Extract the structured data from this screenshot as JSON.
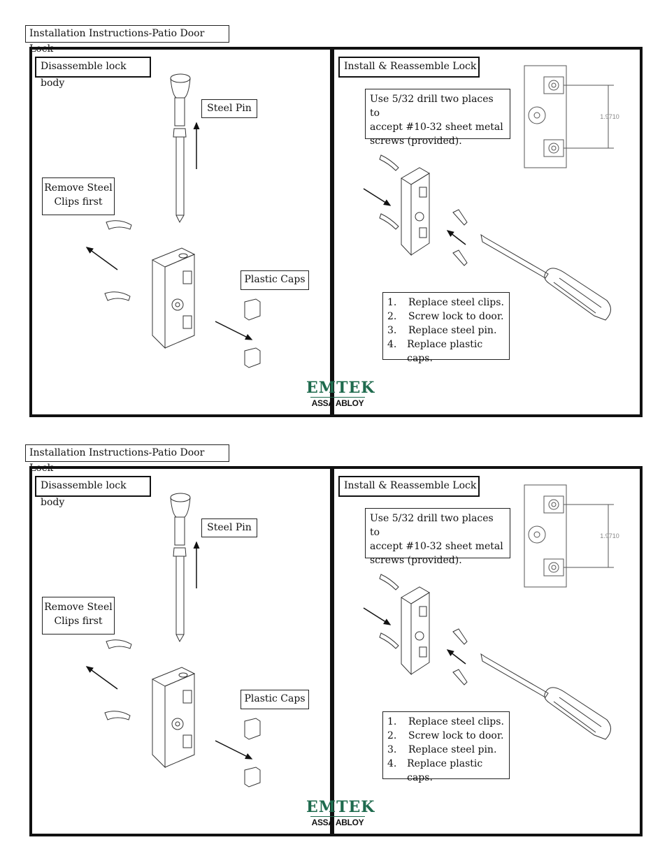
{
  "sheets": [
    {
      "title": "Installation Instructions-Patio Door Lock",
      "left_panel": {
        "heading": "Disassemble lock body",
        "steel_pin_label": "Steel Pin",
        "remove_clips_line1": "Remove Steel",
        "remove_clips_line2": "Clips first",
        "plastic_caps_label": "Plastic Caps"
      },
      "right_panel": {
        "heading": "Install & Reassemble Lock",
        "drill_note": [
          "Use 5/32 drill two places to",
          "accept #10-32  sheet metal",
          "screws (provided)."
        ],
        "dimension": "1.9710",
        "steps": [
          {
            "num": "1.",
            "text": "Replace steel clips."
          },
          {
            "num": "2.",
            "text": "Screw lock to door."
          },
          {
            "num": "3.",
            "text": "Replace steel pin."
          },
          {
            "num": "4.",
            "text": "Replace plastic caps."
          }
        ]
      },
      "logo": {
        "brand": "EMTEK",
        "parent": "ASSA ABLOY"
      }
    },
    {
      "title": "Installation Instructions-Patio Door Lock",
      "left_panel": {
        "heading": "Disassemble lock body",
        "steel_pin_label": "Steel Pin",
        "remove_clips_line1": "Remove Steel",
        "remove_clips_line2": "Clips first",
        "plastic_caps_label": "Plastic Caps"
      },
      "right_panel": {
        "heading": "Install & Reassemble Lock",
        "drill_note": [
          "Use 5/32 drill two places to",
          "accept #10-32  sheet metal",
          "screws (provided)."
        ],
        "dimension": "1.9710",
        "steps": [
          {
            "num": "1.",
            "text": "Replace steel clips."
          },
          {
            "num": "2.",
            "text": "Screw lock to door."
          },
          {
            "num": "3.",
            "text": "Replace steel pin."
          },
          {
            "num": "4.",
            "text": "Replace plastic caps."
          }
        ]
      },
      "logo": {
        "brand": "EMTEK",
        "parent": "ASSA ABLOY"
      }
    }
  ],
  "colors": {
    "brand": "#1f6b4e",
    "ink": "#111111",
    "line_gray": "#888888"
  }
}
